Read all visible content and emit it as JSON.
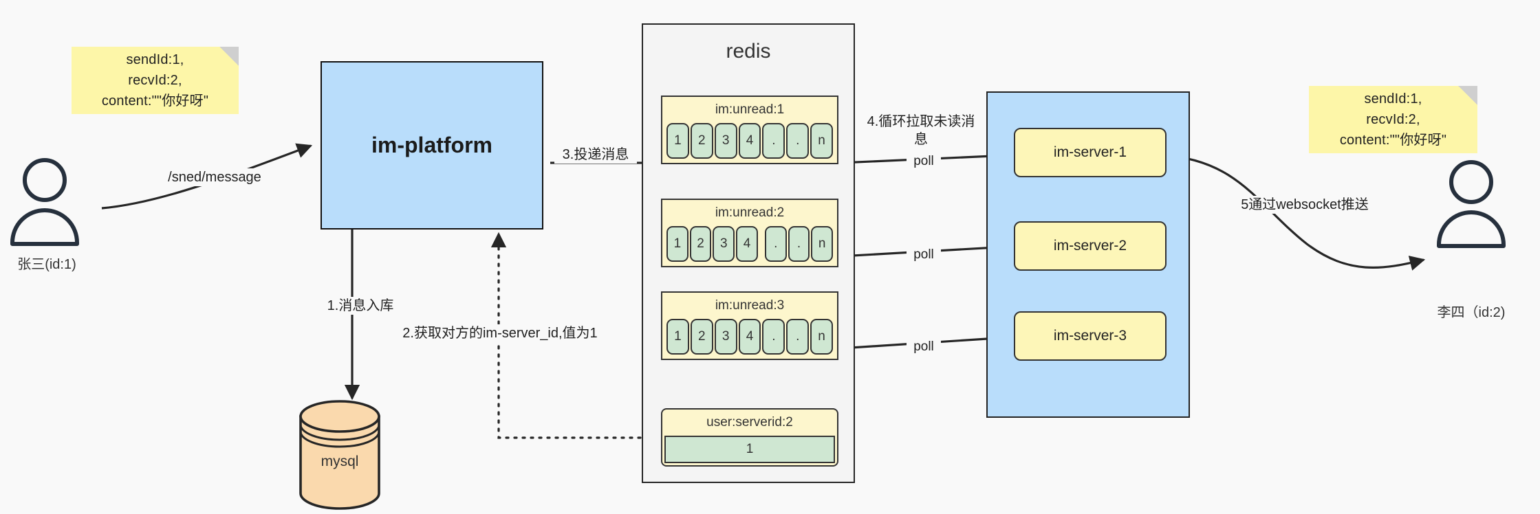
{
  "diagram": {
    "title": "IM message delivery architecture",
    "colors": {
      "background": "#f9f9f9",
      "note_yellow": "#fdf6a8",
      "platform_blue": "#b9ddfb",
      "redis_panel": "#f4f4f4",
      "list_yellow": "#fdf6cd",
      "cell_green": "#cfe7d2",
      "server_yellow": "#fdf6b8",
      "mysql_orange": "#fad9ad",
      "stroke": "#262626"
    }
  },
  "notes": {
    "left": "sendId:1,\nrecvId:2,\ncontent:\"\"你好呀\"",
    "right": "sendId:1,\nrecvId:2,\ncontent:\"\"你好呀\""
  },
  "actors": {
    "sender": {
      "label": "张三(id:1)",
      "icon": "person-icon"
    },
    "receiver": {
      "label": "李四（id:2)",
      "icon": "person-icon"
    }
  },
  "platform": {
    "label": "im-platform"
  },
  "datastore": {
    "label": "mysql",
    "icon": "database-cylinder-icon"
  },
  "redis": {
    "title": "redis",
    "lists": [
      {
        "key": "im:unread:1",
        "cells": [
          "1",
          "2",
          "3",
          "4",
          ".",
          ".",
          "n"
        ]
      },
      {
        "key": "im:unread:2",
        "cells": [
          "1",
          "2",
          "3",
          "4",
          ".",
          ".",
          "n"
        ]
      },
      {
        "key": "im:unread:3",
        "cells": [
          "1",
          "2",
          "3",
          "4",
          ".",
          ".",
          "n"
        ]
      }
    ],
    "kv": {
      "key": "user:serverid:2",
      "value": "1"
    }
  },
  "servers": [
    {
      "label": "im-server-1"
    },
    {
      "label": "im-server-2"
    },
    {
      "label": "im-server-3"
    }
  ],
  "edges": {
    "send_message": "/sned/message",
    "step1": "1.消息入库",
    "step2": "2.获取对方的im-server_id,值为1",
    "step3": "3.投递消息",
    "step4": "4.循环拉取未读消\n息",
    "step5": "5通过websocket推送",
    "poll1": "poll",
    "poll2": "poll",
    "poll3": "poll"
  }
}
